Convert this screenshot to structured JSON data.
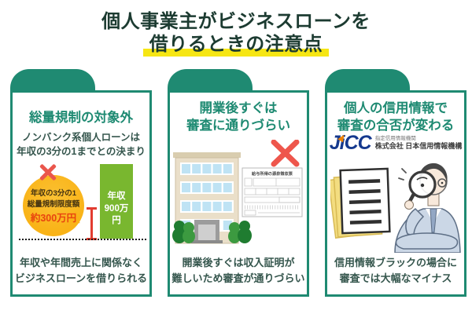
{
  "title": {
    "line1": "個人事業主がビジネスローンを",
    "line2": "借りるときの注意点"
  },
  "colors": {
    "teal_accent": "#1F8A72",
    "title_dark": "#1C3B31",
    "highlight_yellow": "#F6E614",
    "body_text": "#35564D",
    "cross_red": "#EA564C",
    "bubble_orange": "#F9B317",
    "amount_red": "#E8440F",
    "bar_green": "#79B72F",
    "jicc_blue": "#15398E",
    "jicc_orange": "#F08300"
  },
  "cards": [
    {
      "title_lines": [
        "総量規制の対象外"
      ],
      "subtitle_lines": [
        "ノンバンク系個人ローンは",
        "年収の3分の1までとの決まり"
      ],
      "chart": {
        "bubble_lines": [
          "年収の3分の1",
          "総量規制限度額"
        ],
        "bubble_amount": "約300万円",
        "bar_label_lines": [
          "年収",
          "900万円"
        ]
      },
      "footer_lines": [
        "年収や年間売上に関係なく",
        "ビジネスローンを借りられる"
      ]
    },
    {
      "title_lines": [
        "開業後すぐは",
        "審査に通りづらい"
      ],
      "document_title": "給与所得の源泉徴収票",
      "footer_lines": [
        "開業後すぐは収入証明が",
        "難しいため審査が通りづらい"
      ]
    },
    {
      "title_lines": [
        "個人の信用情報で",
        "審査の合否が変わる"
      ],
      "logo": {
        "wordmark": "JiCC",
        "tagline": "指定信用情報機関",
        "company": "株式会社 日本信用情報機構"
      },
      "footer_lines": [
        "信用情報ブラックの場合に",
        "審査では大幅なマイナス"
      ]
    }
  ],
  "chart_data": {
    "type": "bar",
    "title": "総量規制の対象外",
    "categories": [
      "総量規制限度額（年収の3分の1）",
      "年収"
    ],
    "values": [
      300,
      900
    ],
    "unit": "万円",
    "ylim": [
      0,
      900
    ],
    "annotations": [
      "年収の3分の1 総量規制限度額 約300万円",
      "年収 900万円"
    ],
    "notes": "年収900万円の緑のバーに対し、約300万円の限度額を赤い計測線と吹き出しで示す。限度額側には赤い×印。"
  }
}
